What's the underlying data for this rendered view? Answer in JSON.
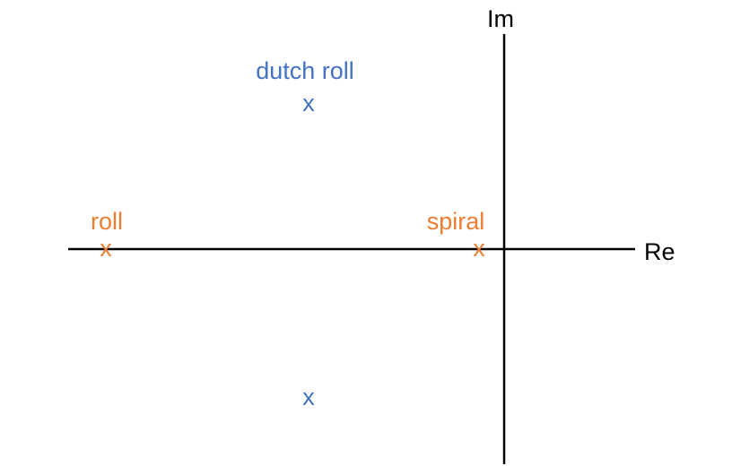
{
  "axes": {
    "real_label": "Re",
    "imag_label": "Im"
  },
  "colors": {
    "axis": "#000000",
    "lateral_oscillatory": "#4472C4",
    "lateral_real": "#ED7D31"
  },
  "modes": [
    {
      "name": "dutch roll",
      "marker": "x",
      "color": "#4472C4"
    },
    {
      "name": "roll",
      "marker": "x",
      "color": "#ED7D31"
    },
    {
      "name": "spiral",
      "marker": "x",
      "color": "#ED7D31"
    }
  ],
  "poles": [
    {
      "mode": "dutch roll",
      "marker": "x"
    },
    {
      "mode": "dutch roll",
      "marker": "x"
    },
    {
      "mode": "roll",
      "marker": "x"
    },
    {
      "mode": "spiral",
      "marker": "x"
    }
  ]
}
